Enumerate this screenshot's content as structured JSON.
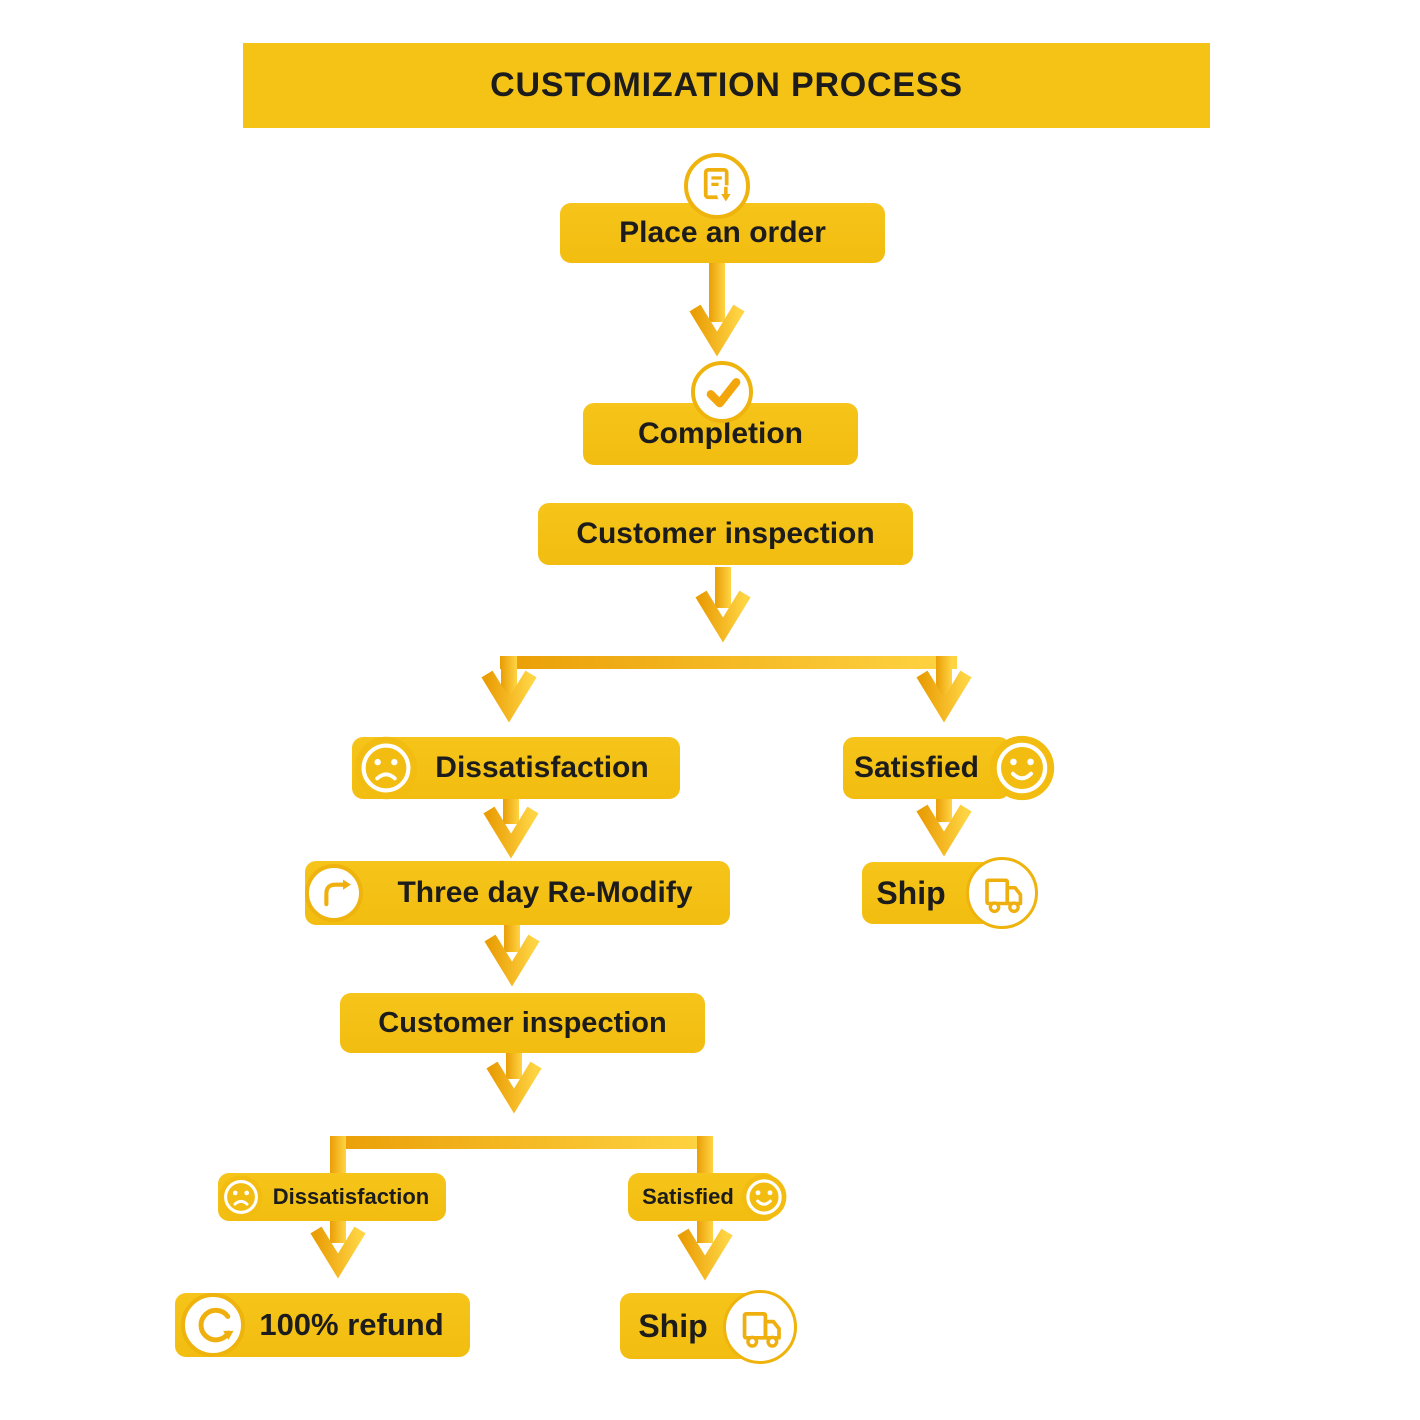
{
  "title": "CUSTOMIZATION PROCESS",
  "colors": {
    "box_yellow": "#F5C216",
    "title_bar_yellow": "#F5C216",
    "arrow_gradient_dark": "#EA9E06",
    "arrow_gradient_light": "#FFD443",
    "icon_stroke_yellow": "#EFAF0E",
    "text_black": "#1C1C1C",
    "icon_white": "#FFFFFF"
  },
  "nodes": {
    "place_order": {
      "label": "Place an order",
      "icon": "order-document-icon"
    },
    "completion": {
      "label": "Completion",
      "icon": "check-icon"
    },
    "inspection_1": {
      "label": "Customer inspection",
      "icon": null
    },
    "dissatisfaction_1": {
      "label": "Dissatisfaction",
      "icon": "sad-face-icon"
    },
    "satisfied_1": {
      "label": "Satisfied",
      "icon": "happy-face-icon"
    },
    "remodify": {
      "label": "Three day Re-Modify",
      "icon": "redo-arrow-icon"
    },
    "ship_1": {
      "label": "Ship",
      "icon": "truck-icon"
    },
    "inspection_2": {
      "label": "Customer inspection",
      "icon": null
    },
    "dissatisfaction_2": {
      "label": "Dissatisfaction",
      "icon": "sad-face-icon"
    },
    "satisfied_2": {
      "label": "Satisfied",
      "icon": "happy-face-icon"
    },
    "refund": {
      "label": "100% refund",
      "icon": "circular-refund-arrow-icon"
    },
    "ship_2": {
      "label": "Ship",
      "icon": "truck-icon"
    }
  }
}
